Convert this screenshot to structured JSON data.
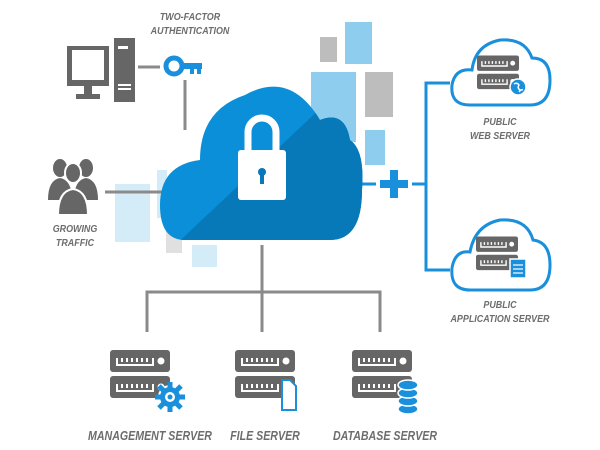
{
  "title": "Cloud security network diagram",
  "colors": {
    "cloud_light": "#0a8fd8",
    "cloud_dark": "#0778b8",
    "accent_blue": "#1a8fdb",
    "icon_gray": "#666666",
    "line_gray": "#8a8a8a",
    "deco_light_blue": "#8fcdef",
    "deco_pale_blue": "#d4ebf8",
    "deco_gray": "#bdbdbd",
    "label_gray": "#6d6d6d"
  },
  "nodes": {
    "two_factor": {
      "label_line1": "TWO-FACTOR",
      "label_line2": "AUTHENTICATION",
      "icon": "key-icon"
    },
    "workstation": {
      "icon": "desktop-computer-icon"
    },
    "traffic": {
      "label_line1": "GROWING",
      "label_line2": "TRAFFIC",
      "icon": "user-group-icon"
    },
    "central_cloud": {
      "icon": "padlock-icon"
    },
    "web_server": {
      "label_line1": "PUBLIC",
      "label_line2": "WEB SERVER",
      "icon": "globe-icon"
    },
    "app_server": {
      "label_line1": "PUBLIC",
      "label_line2": "APPLICATION SERVER",
      "icon": "document-list-icon"
    },
    "management_server": {
      "label": "MANAGEMENT SERVER",
      "icon": "gear-icon"
    },
    "file_server": {
      "label": "FILE SERVER",
      "icon": "file-icon"
    },
    "database_server": {
      "label": "DATABASE SERVER",
      "icon": "database-icon"
    }
  },
  "connector": {
    "icon": "plus-icon"
  }
}
